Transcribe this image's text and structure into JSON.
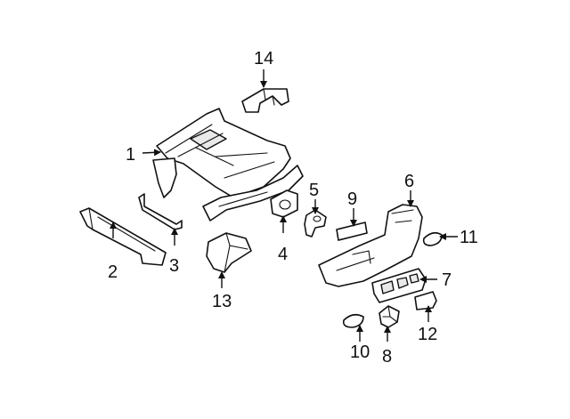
{
  "callouts": [
    {
      "id": "1",
      "label": "1"
    },
    {
      "id": "2",
      "label": "2"
    },
    {
      "id": "3",
      "label": "3"
    },
    {
      "id": "4",
      "label": "4"
    },
    {
      "id": "5",
      "label": "5"
    },
    {
      "id": "6",
      "label": "6"
    },
    {
      "id": "7",
      "label": "7"
    },
    {
      "id": "8",
      "label": "8"
    },
    {
      "id": "9",
      "label": "9"
    },
    {
      "id": "10",
      "label": "10"
    },
    {
      "id": "11",
      "label": "11"
    },
    {
      "id": "12",
      "label": "12"
    },
    {
      "id": "13",
      "label": "13"
    },
    {
      "id": "14",
      "label": "14"
    }
  ],
  "colors": {
    "line": "#111111",
    "background": "#ffffff",
    "shade": "#e9e9e9"
  }
}
